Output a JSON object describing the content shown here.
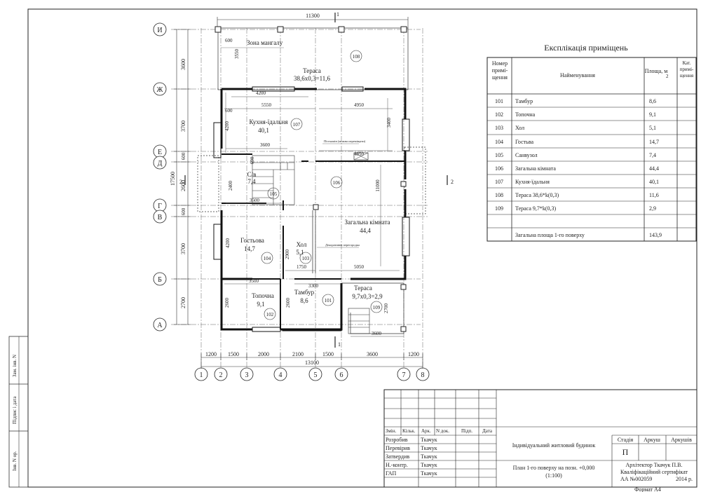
{
  "explication": {
    "title": "Експлікація приміщень",
    "headers": {
      "number": "Номер примі-щення",
      "name": "Найменування",
      "area": "Площа, м",
      "area_sup": "2",
      "category": "Кат. примі-щення"
    },
    "rows": [
      {
        "n": "101",
        "name": "Тамбур",
        "area": "8,6"
      },
      {
        "n": "102",
        "name": "Топочна",
        "area": "9,1"
      },
      {
        "n": "103",
        "name": "Хол",
        "area": "5,1"
      },
      {
        "n": "104",
        "name": "Гостьва",
        "area": "14,7"
      },
      {
        "n": "105",
        "name": "Санвузол",
        "area": "7,4"
      },
      {
        "n": "106",
        "name": "Загальна кімната",
        "area": "44,4"
      },
      {
        "n": "107",
        "name": "Кухня-їдальня",
        "area": "40,1"
      },
      {
        "n": "108",
        "name": "Тераса 38,6*k(0,3)",
        "area": "11,6"
      },
      {
        "n": "109",
        "name": "Тераса 9,7*k(0,3)",
        "area": "2,9"
      }
    ],
    "total_label": "Загальна площа 1-го поверху",
    "total_value": "143,9"
  },
  "plan": {
    "top_dim": "11300",
    "bottom_total": "13100",
    "bottom_dims": [
      "1200",
      "1500",
      "2000",
      "2100",
      "1500",
      "3600",
      "1200"
    ],
    "column_axes": [
      "1",
      "2",
      "3",
      "4",
      "5",
      "6",
      "7",
      "8"
    ],
    "row_axes": [
      "И",
      "Ж",
      "Е",
      "Д",
      "Г",
      "В",
      "Б",
      "А"
    ],
    "left_dims": [
      "3600",
      "3700",
      "2600",
      "3700",
      "2700"
    ],
    "left_small_dims": [
      "600",
      "600",
      "600",
      "600"
    ],
    "left_total": "17500",
    "section_marks": [
      "1",
      "1",
      "2",
      "2"
    ],
    "rooms": [
      {
        "name": "Зона мангалу",
        "area": ""
      },
      {
        "name": "Тераса",
        "area": "38,6x0,3=11,6",
        "num": "108"
      },
      {
        "name": "Кухня-їдальня",
        "area": "40,1",
        "num": "107"
      },
      {
        "name": "С/в",
        "area": "7,4",
        "num": "105"
      },
      {
        "name": "Загальна кімната",
        "area": "44,4",
        "num": "106"
      },
      {
        "name": "Гостьова",
        "area": "14,7",
        "num": "104"
      },
      {
        "name": "Хол",
        "area": "5,1",
        "num": "103"
      },
      {
        "name": "Тамбур",
        "area": "8,6",
        "num": "101"
      },
      {
        "name": "Тераса",
        "area": "9,7x0,3=2,9",
        "num": "109"
      },
      {
        "name": "Топочна",
        "area": "9,1",
        "num": "102"
      }
    ],
    "inner_dims": [
      "4200",
      "5550",
      "4950",
      "3600",
      "4850",
      "3500",
      "1750",
      "5050",
      "3500",
      "3300",
      "3600",
      "11000",
      "3400",
      "4200",
      "2400",
      "4200",
      "2900",
      "2600",
      "2600",
      "2700",
      "600",
      "600",
      "690",
      "3550"
    ],
    "notes": {
      "stove": "Піч-камін (можна переміщати)",
      "partition": "Декоративна перегородка"
    }
  },
  "title_block": {
    "header_labels": [
      "Змін.",
      "Кільк.",
      "Арк.",
      "N док.",
      "Підп.",
      "Дата"
    ],
    "roles": [
      {
        "role": "Розробив",
        "name": "Ткачук"
      },
      {
        "role": "Перевірив",
        "name": "Ткачук"
      },
      {
        "role": "Затвердив",
        "name": "Ткачук"
      },
      {
        "role": "Н.-контр.",
        "name": "Ткачук"
      },
      {
        "role": "ГАП",
        "name": "Ткачук"
      }
    ],
    "project": "Індивідуальний житловий будинок",
    "sheet_title": "План 1-го поверху на позн. +0,000",
    "scale": "(1:100)",
    "stage_label": "Стадія",
    "sheet_label": "Аркуш",
    "sheets_label": "Аркушів",
    "stage_value": "П",
    "architect_line1": "Архітектор Ткачук П.В.",
    "architect_line2": "Кваліфікаційний сертифікат",
    "architect_line3": "АА №002059",
    "year": "2014 р.",
    "format": "Формат А4"
  },
  "side_stamp": [
    "Інв. N ор.",
    "Підпис і дата",
    "Зам. інв. N"
  ]
}
